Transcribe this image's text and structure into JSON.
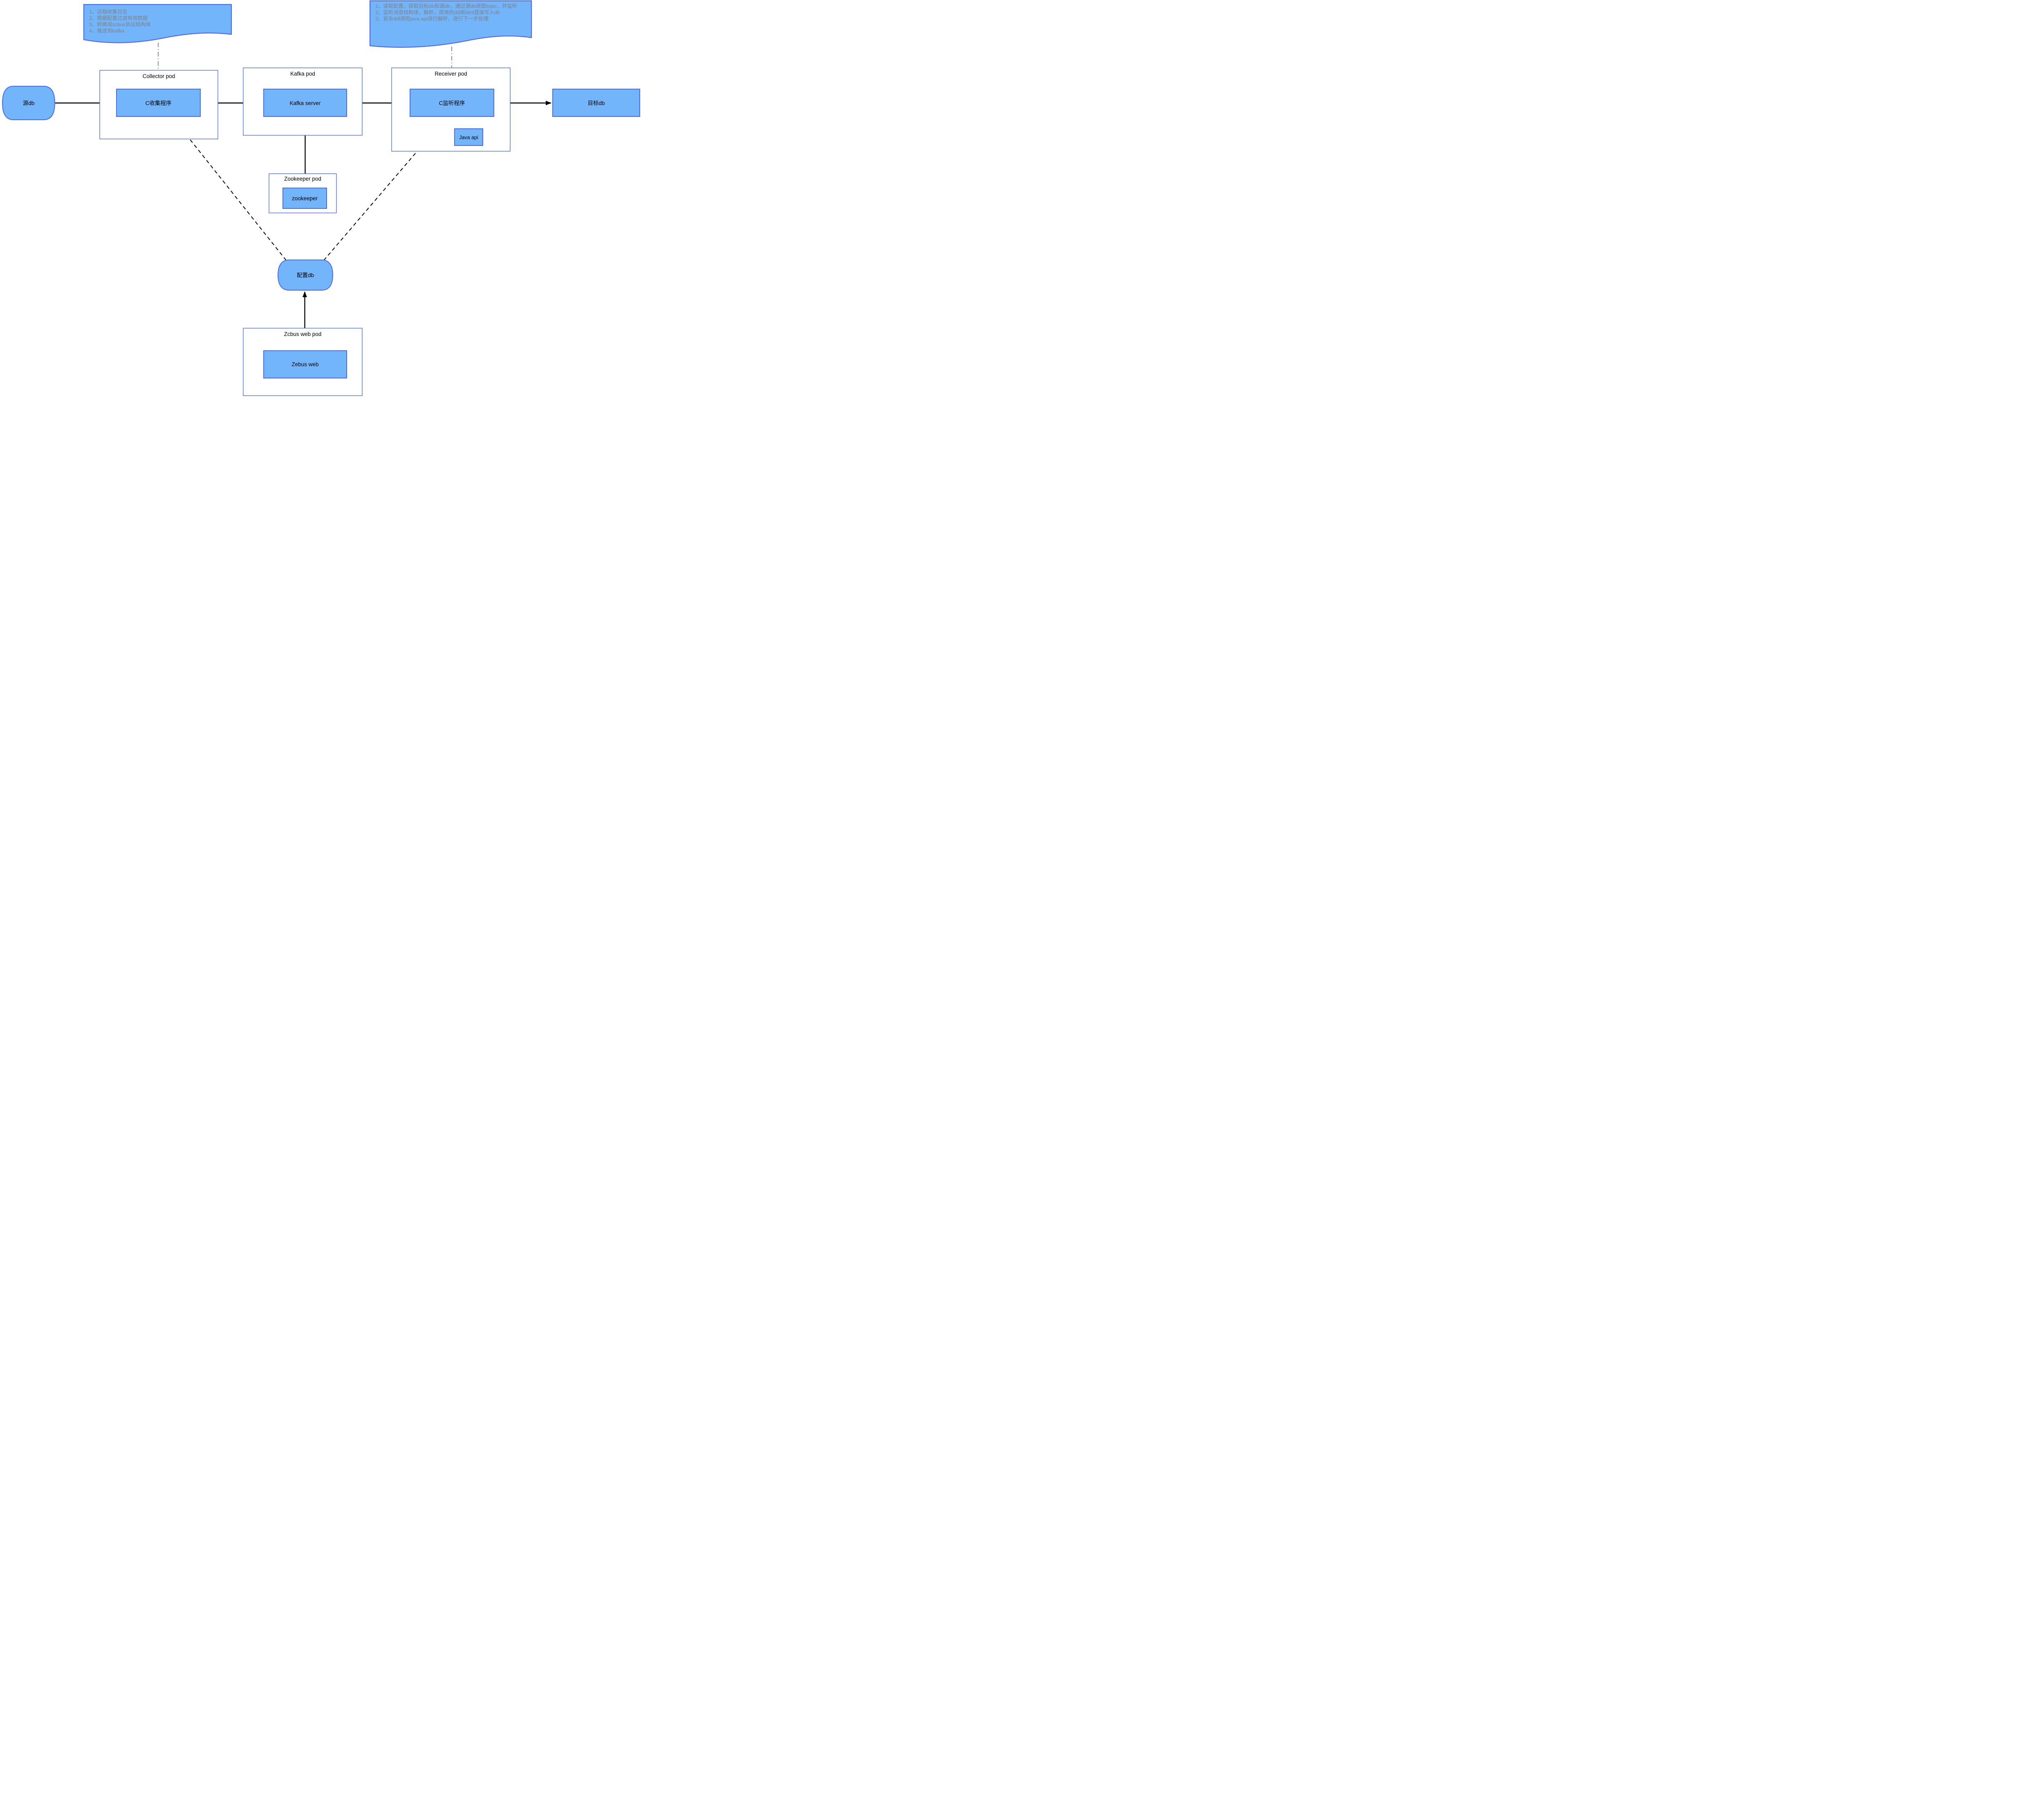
{
  "diagram": {
    "colors": {
      "node_fill": "#72B5FA",
      "node_border": "#4D6BF0",
      "note_text": "#808184",
      "connector_gray": "#747474",
      "arrow_black": "#000000"
    },
    "notes": {
      "left": {
        "lines": [
          "1、远程收集日志",
          "2、根据配置过滤有效数据",
          "3、转换成zcbus协议结构体",
          "4、推送到kafka"
        ]
      },
      "right": {
        "lines": [
          "1、读取配置，获取目标db和源db，通过源db获取topic，并监听",
          "2、监听消息结构体，解析，简单的ddl和dml直接写入db",
          "3、复杂ddl调用java api进行解析，进行下一步处理"
        ]
      }
    },
    "nodes": {
      "source_db": "源db",
      "collector_pod": "Collector pod",
      "c_collector": "C收集程序",
      "kafka_pod": "Kafka pod",
      "kafka_server": "Kafka server",
      "receiver_pod": "Receiver pod",
      "c_listener": "C监听程序",
      "java_api": "Java api",
      "target_db": "目标db",
      "zookeeper_pod": "Zookeeper pod",
      "zookeeper": "zookeeper",
      "config_db": "配置db",
      "zcbus_web_pod": "Zcbus web pod",
      "zebus_web": "Zebus web"
    },
    "connections": [
      {
        "from": "源db",
        "to": "C收集程序",
        "style": "solid"
      },
      {
        "from": "C收集程序",
        "to": "Kafka server",
        "style": "solid"
      },
      {
        "from": "Kafka server",
        "to": "C监听程序",
        "style": "solid"
      },
      {
        "from": "C监听程序",
        "to": "目标db",
        "style": "solid"
      },
      {
        "from": "Kafka server",
        "to": "zookeeper",
        "style": "solid"
      },
      {
        "from": "Zebus web",
        "to": "配置db",
        "style": "solid"
      },
      {
        "from": "配置db",
        "to": "C收集程序",
        "style": "dashed"
      },
      {
        "from": "配置db",
        "to": "C监听程序",
        "style": "dashed"
      },
      {
        "from": "note-left",
        "to": "C收集程序",
        "style": "dash-dot"
      },
      {
        "from": "note-right",
        "to": "C监听程序",
        "style": "dash-dot"
      }
    ]
  }
}
